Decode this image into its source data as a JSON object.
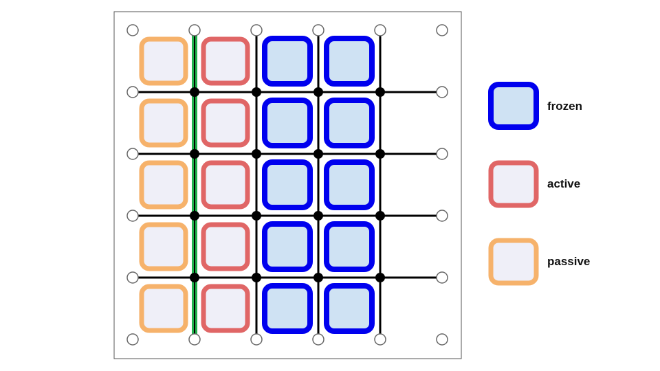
{
  "diagram": {
    "columns": [
      "passive",
      "active",
      "frozen",
      "frozen"
    ],
    "rows": 5,
    "highlight": {
      "line": "second-vertical",
      "color": "#22b14c"
    }
  },
  "legend": [
    {
      "key": "frozen",
      "label": "frozen"
    },
    {
      "key": "active",
      "label": "active"
    },
    {
      "key": "passive",
      "label": "passive"
    }
  ],
  "styles": {
    "frozen": {
      "border": "#0000ee",
      "fill": "#cfe2f3"
    },
    "active": {
      "border": "#e06666",
      "fill": "#efeff8"
    },
    "passive": {
      "border": "#f6b26b",
      "fill": "#efeff8"
    },
    "grid_line": "#000000",
    "frame": "#555555"
  }
}
